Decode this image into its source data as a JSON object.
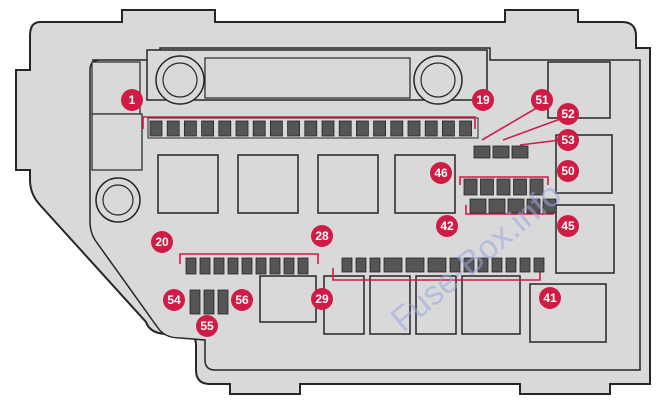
{
  "diagram": {
    "colors": {
      "outline": "#262626",
      "fill": "#d9d9d9",
      "fuse": "#555555",
      "callout": "#d01c45",
      "bracket": "#d01c45",
      "watermark": "#9aa6dd"
    },
    "watermark": "Fuse-Box.info",
    "callouts": [
      {
        "id": "c1",
        "label": "1"
      },
      {
        "id": "c19",
        "label": "19"
      },
      {
        "id": "c51",
        "label": "51"
      },
      {
        "id": "c52",
        "label": "52"
      },
      {
        "id": "c53",
        "label": "53"
      },
      {
        "id": "c46",
        "label": "46"
      },
      {
        "id": "c50",
        "label": "50"
      },
      {
        "id": "c42",
        "label": "42"
      },
      {
        "id": "c45",
        "label": "45"
      },
      {
        "id": "c20",
        "label": "20"
      },
      {
        "id": "c28",
        "label": "28"
      },
      {
        "id": "c29",
        "label": "29"
      },
      {
        "id": "c41",
        "label": "41"
      },
      {
        "id": "c54",
        "label": "54"
      },
      {
        "id": "c55",
        "label": "55"
      },
      {
        "id": "c56",
        "label": "56"
      }
    ]
  }
}
